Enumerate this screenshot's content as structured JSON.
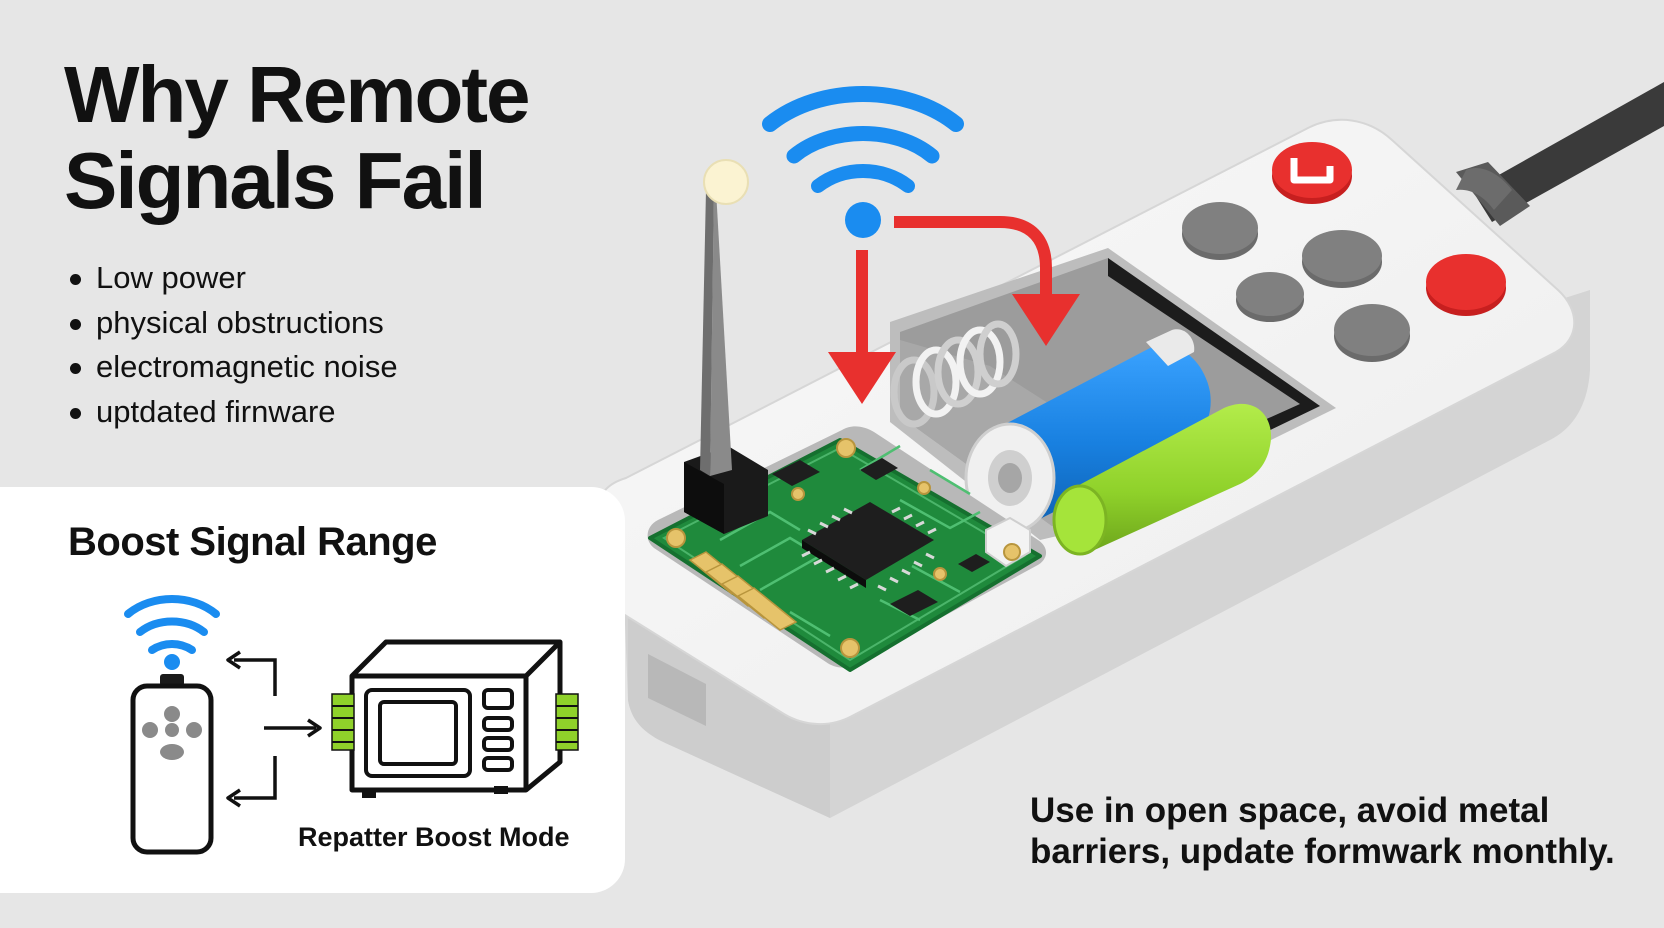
{
  "title": {
    "line1": "Why Remote",
    "line2": "Signals Fail"
  },
  "causes": [
    "Low power",
    "physical obstructions",
    "electromagnetic noise",
    "uptdated firnware"
  ],
  "boost_panel": {
    "heading": "Boost Signal Range",
    "mode_label": "Repatter Boost Mode"
  },
  "tip": "Use in open space, avoid metal barriers, update formwark monthly.",
  "colors": {
    "background": "#e6e6e6",
    "panel": "#ffffff",
    "signal_blue": "#1a8cf0",
    "arrow_red": "#e8302e",
    "battery_blue": "#1880e0",
    "battery_green": "#8fd12a",
    "pcb_green": "#1f8a3c",
    "gold_contacts": "#e6c36a",
    "accent_green": "#8fd12a"
  },
  "icons": [
    "wifi-signal-icon",
    "antenna-icon",
    "down-arrow-icon",
    "bent-arrow-icon",
    "circuit-board-icon",
    "battery-icon",
    "spring-icon",
    "remote-control-icon",
    "microwave-icon"
  ]
}
